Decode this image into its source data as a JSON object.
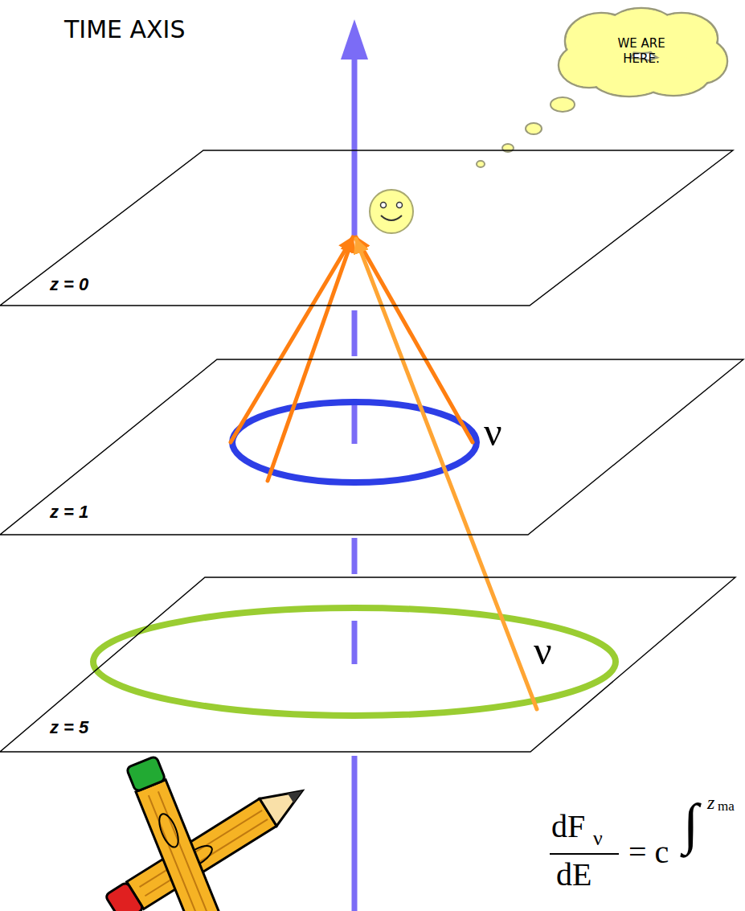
{
  "diagram": {
    "nodes": [
      {
        "text": [
          "WE ARE HERE."
        ]
      },
      {
        "text": [
          "z = 0"
        ]
      },
      {
        "text": [
          "z = 1"
        ]
      },
      {
        "text": [
          "z = 5"
        ]
      }
    ],
    "labels": [
      "TIME AXIS",
      "ν",
      "ν",
      "dF",
      "ν",
      "dE",
      "= c",
      "∫",
      "z",
      "ma"
    ]
  }
}
